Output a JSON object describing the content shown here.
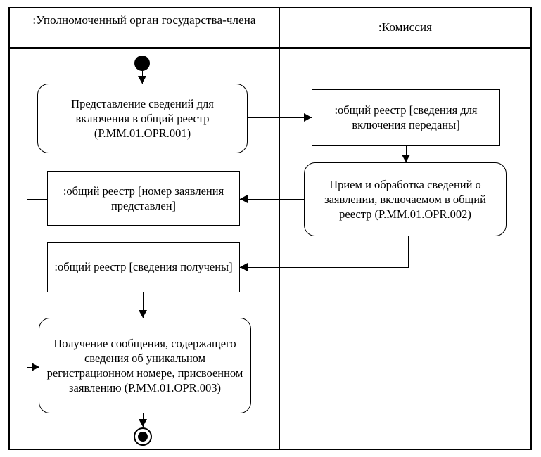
{
  "diagram": {
    "type": "uml-activity-diagram",
    "language": "ru",
    "lanes": [
      {
        "id": "lane-left",
        "title": ":Уполномоченный орган государства-члена"
      },
      {
        "id": "lane-right",
        "title": ":Комиссия"
      }
    ],
    "nodes": {
      "start": {
        "kind": "initial-node",
        "lane": "lane-left"
      },
      "activity1": {
        "kind": "activity",
        "lane": "lane-left",
        "label": "Представление сведений для включения в общий реестр (Р.ММ.01.OPR.001)"
      },
      "object1": {
        "kind": "object-node",
        "lane": "lane-right",
        "label": ":общий реестр [сведения для включения переданы]"
      },
      "activity2": {
        "kind": "activity",
        "lane": "lane-right",
        "label": "Прием и обработка сведений о заявлении, включаемом в общий реестр (Р.ММ.01.OPR.002)"
      },
      "object2": {
        "kind": "object-node",
        "lane": "lane-left",
        "label": ":общий реестр [номер заявления представлен]"
      },
      "object3": {
        "kind": "object-node",
        "lane": "lane-left",
        "label": ":общий реестр [сведения получены]"
      },
      "activity3": {
        "kind": "activity",
        "lane": "lane-left",
        "label": "Получение сообщения, содержащего сведения об уникальном регистрационном номере, присвоенном заявлению (Р.ММ.01.OPR.003)"
      },
      "end": {
        "kind": "final-node",
        "lane": "lane-left"
      }
    },
    "edges": [
      {
        "id": "edge-start-activity1",
        "from": "start",
        "to": "activity1",
        "arrow": "down"
      },
      {
        "id": "edge-activity1-object1",
        "from": "activity1",
        "to": "object1",
        "arrow": "right"
      },
      {
        "id": "edge-object1-activity2",
        "from": "object1",
        "to": "activity2",
        "arrow": "down"
      },
      {
        "id": "edge-activity2-object2",
        "from": "activity2",
        "to": "object2",
        "arrow": "left"
      },
      {
        "id": "edge-activity2-object3",
        "from": "activity2",
        "to": "object3",
        "arrow": "left"
      },
      {
        "id": "edge-object3-activity3",
        "from": "object3",
        "to": "activity3",
        "arrow": "down"
      },
      {
        "id": "edge-object2-activity3",
        "from": "object2",
        "to": "activity3",
        "arrow": "right"
      },
      {
        "id": "edge-activity3-end",
        "from": "activity3",
        "to": "end",
        "arrow": "down"
      }
    ],
    "colors": {
      "stroke": "#000000",
      "fill": "#ffffff",
      "text": "#000000"
    }
  }
}
